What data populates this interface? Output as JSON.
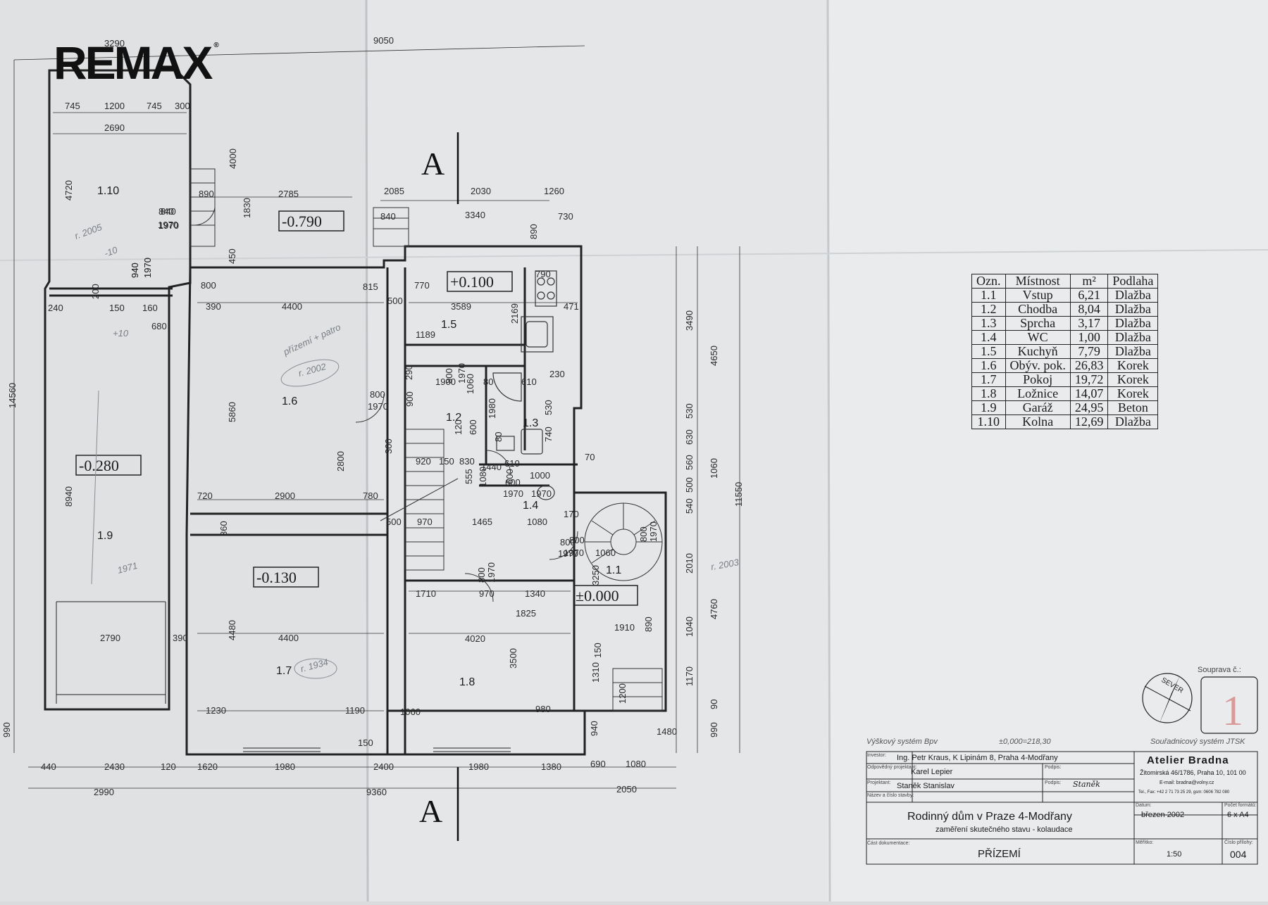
{
  "logo": {
    "text": "REMAX",
    "mark": "®"
  },
  "section_marks": {
    "top": "A",
    "bottom": "A"
  },
  "levels": [
    "-0.790",
    "+0.100",
    "-0.280",
    "-0.130",
    "±0.000"
  ],
  "rooms_on_plan": [
    {
      "label": "1.10"
    },
    {
      "label": "1.5"
    },
    {
      "label": "1.6"
    },
    {
      "label": "1.2"
    },
    {
      "label": "1.3"
    },
    {
      "label": "1.4"
    },
    {
      "label": "1.9"
    },
    {
      "label": "1.1"
    },
    {
      "label": "1.7"
    },
    {
      "label": "1.8"
    }
  ],
  "dimensions": {
    "top": [
      "3290",
      "9050",
      "745",
      "1200",
      "745",
      "300",
      "2690",
      "4000",
      "2785",
      "2085",
      "2030",
      "1260",
      "840",
      "3340",
      "730",
      "890",
      "1830",
      "450",
      "800",
      "815",
      "770",
      "790",
      "390",
      "4400",
      "3589",
      "471",
      "500",
      "1189",
      "2169",
      "240",
      "150",
      "160",
      "680",
      "200"
    ],
    "middle": [
      "800",
      "1970",
      "290",
      "1900",
      "80",
      "610",
      "230",
      "900",
      "1060",
      "1980",
      "530",
      "600",
      "120",
      "80",
      "740",
      "920",
      "150",
      "830",
      "1440",
      "610",
      "1080",
      "1000",
      "70",
      "555",
      "600",
      "1970",
      "720",
      "2900",
      "780",
      "500",
      "970",
      "1465",
      "1080",
      "170",
      "1970",
      "800",
      "1060",
      "3250",
      "360",
      "2800",
      "300",
      "5860",
      "4720",
      "840",
      "1970",
      "890",
      "940",
      "1970",
      "1710",
      "970",
      "1340",
      "1825",
      "4020",
      "2790",
      "390",
      "4400",
      "4480",
      "3500",
      "1910",
      "1310",
      "150",
      "1200",
      "890",
      "1230",
      "1190",
      "1060",
      "980",
      "150",
      "940",
      "1480",
      "8940",
      "14560"
    ],
    "right": [
      "3490",
      "4650",
      "530",
      "630",
      "560",
      "500",
      "540",
      "1060",
      "11550",
      "2010",
      "4760",
      "1040",
      "1170",
      "90",
      "990"
    ],
    "bottom": [
      "440",
      "2430",
      "120",
      "1620",
      "1980",
      "2400",
      "1980",
      "1380",
      "690",
      "1080",
      "2990",
      "9360",
      "2050",
      "990"
    ],
    "door_codes": [
      {
        "w": "800",
        "h": "1970"
      },
      {
        "w": "800",
        "h": "1970"
      },
      {
        "w": "600",
        "h": "1970"
      },
      {
        "w": "800",
        "h": "1970"
      },
      {
        "w": "800",
        "h": "1970"
      },
      {
        "w": "840",
        "h": "1970"
      },
      {
        "w": "940",
        "h": "1970"
      }
    ]
  },
  "handwritten_notes": [
    "r. 2005",
    "+10",
    "-10",
    "přízemí + patro",
    "r. 2002",
    "1971",
    "r. 1934",
    "r. 2003"
  ],
  "room_table": {
    "headers": [
      "Ozn.",
      "Místnost",
      "m²",
      "Podlaha"
    ],
    "rows": [
      [
        "1.1",
        "Vstup",
        "6,21",
        "Dlažba"
      ],
      [
        "1.2",
        "Chodba",
        "8,04",
        "Dlažba"
      ],
      [
        "1.3",
        "Sprcha",
        "3,17",
        "Dlažba"
      ],
      [
        "1.4",
        "WC",
        "1,00",
        "Dlažba"
      ],
      [
        "1.5",
        "Kuchyň",
        "7,79",
        "Dlažba"
      ],
      [
        "1.6",
        "Obýv. pok.",
        "26,83",
        "Korek"
      ],
      [
        "1.7",
        "Pokoj",
        "19,72",
        "Korek"
      ],
      [
        "1.8",
        "Ložnice",
        "14,07",
        "Korek"
      ],
      [
        "1.9",
        "Garáž",
        "24,95",
        "Beton"
      ],
      [
        "1.10",
        "Kolna",
        "12,69",
        "Dlažba"
      ]
    ]
  },
  "compass": {
    "label": "SEVER"
  },
  "set_box": {
    "label": "Souprava č.:",
    "number": "1"
  },
  "title_block": {
    "height_system": "Výškový systém Bpv",
    "zero_level": "±0,000=218,30",
    "coord_system": "Souřadnicový systém JTSK",
    "investor_label": "Investor:",
    "investor": "Ing. Petr Kraus, K Lipinám 8, Praha 4-Modřany",
    "responsible_label": "Odpovědný projektant:",
    "responsible": "Karel Lepier",
    "designer_label": "Projektant:",
    "designer": "Staněk Stanislav",
    "sign_label": "Podpis:",
    "signature": "Staněk",
    "firm": "Atelier Bradna",
    "firm_address": "Žitomirská 46/1786, Praha 10, 101 00",
    "firm_email": "E-mail: bradna@volny.cz",
    "firm_phone": "Tel., Fax: +42 2 71 73 25 29,  gsm: 0606 782 080",
    "project_label": "Název a číslo stavby:",
    "project_title": "Rodinný dům v Praze 4-Modřany",
    "project_sub": "zaměření skutečného stavu - kolaudace",
    "date_label": "Datum:",
    "date": "březen 2002",
    "formats_label": "Počet formátů:",
    "formats": "6 x A4",
    "doc_label": "Část dokumentace:",
    "doc": "PŘÍZEMÍ",
    "scale_label": "Měřítko:",
    "scale": "1:50",
    "number_label": "Číslo přílohy:",
    "number": "004"
  }
}
